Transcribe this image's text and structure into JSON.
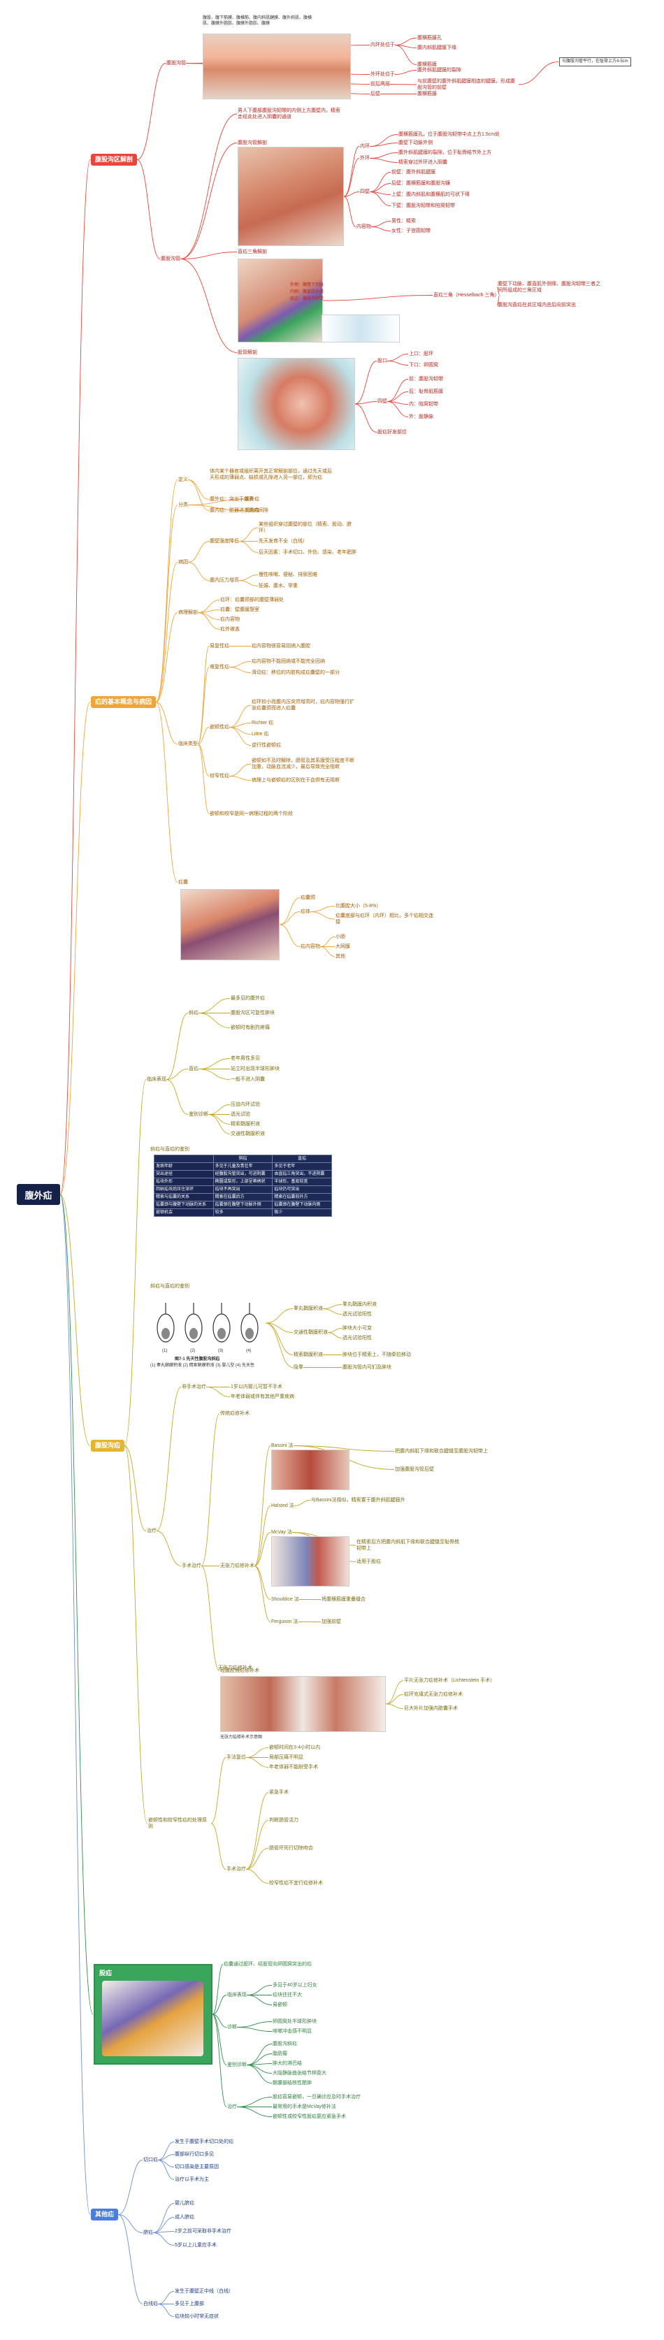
{
  "root": {
    "label": "腹外疝"
  },
  "colors": {
    "root": "#16214a",
    "red": "#e8463c",
    "orange": "#f0a53a",
    "blue": "#4a7ddc",
    "olive": "#c8a82a",
    "line_blue": "#6b8fd6"
  },
  "b1": {
    "label": "腹股沟区解剖",
    "wall_label": "腹股沟管",
    "wall_desc": "腹股、腹下筋膜、腹横筋、腹内斜肌腱膜、腹外斜肌、腹横肌、腹膜外脂肪、腹膜外脂肪、腹膜",
    "wall_items": [
      {
        "name": "内环处位于",
        "sub": [
          "腹横筋膜孔",
          "腹内斜肌腱膜下缘",
          "腹横筋膜"
        ]
      },
      {
        "name": "外环处位于",
        "sub": [
          "腹外斜肌腱膜的裂隙"
        ]
      },
      {
        "name": "前后两层",
        "sub": [
          "与前腹壁的腹外斜肌腱膜相连的腱膜，形成腹股沟管的前壁"
        ]
      },
      {
        "name": "后壁",
        "sub": [
          "腹横筋膜"
        ]
      }
    ],
    "wall_note": "与腹股沟管平行，在耻骨上方4-5cm",
    "canal_label": "腹股沟管",
    "canal_desc": "男人下腹部腹股沟韧带的内侧上方腹壁内，精索走经此处进入阴囊的通道",
    "canal_struct_label": "腹股沟管解剖",
    "canal_parts": [
      {
        "name": "内环",
        "sub": [
          "腹横筋膜孔，位于腹股沟韧带中点上方1.5cm处",
          "腹壁下动脉外侧"
        ]
      },
      {
        "name": "外环",
        "sub": [
          "腹外斜肌腱膜的裂隙，位于耻骨结节外上方",
          "精索穿过外环进入阴囊"
        ]
      },
      {
        "name": "四壁",
        "sub": [
          "前壁：腹外斜肌腱膜",
          "后壁：腹横筋膜和腹股沟镰",
          "上壁：腹内斜肌和腹横肌的弓状下缘",
          "下壁：腹股沟韧带和陷窝韧带"
        ]
      },
      {
        "name": "内容物",
        "sub": [
          "男性：精索",
          "女性：子宫圆韧带"
        ]
      }
    ],
    "triangle_label": "直疝三角解剖",
    "triangle_desc": [
      "外侧：腹壁下动脉",
      "内侧：腹直肌外缘",
      "底边：腹股沟韧带"
    ],
    "triangle_name": "直疝三角（Hesselbach 三角）",
    "triangle_notes": [
      "腹壁下动脉、腹直肌外侧缘、腹股沟韧带三者之间所组成的三角区域",
      "腹股沟直疝在此区域内由后向前突出"
    ],
    "femoral_label": "股管解剖",
    "femoral_parts": [
      {
        "name": "股口",
        "sub": [
          "上口：股环",
          "下口：卵圆窝"
        ]
      },
      {
        "name": "四壁",
        "sub": [
          "前：腹股沟韧带",
          "后：耻骨肌筋膜",
          "内：陷窝韧带",
          "外：股静脉"
        ]
      },
      {
        "name": "股疝好发部位",
        "sub": []
      }
    ]
  },
  "b2": {
    "label": "疝的基本概念与病因",
    "intro": "体内某个器官或组织离开其正常解剖部位，通过先天或后天形成的薄弱点、缺损或孔隙进入另一部位，即为疝",
    "def": {
      "name": "定义",
      "sub": [
        "腹外疝：突出于体表",
        "腹内疝：脏器进入腹内间隙"
      ]
    },
    "classify": {
      "name": "分类",
      "sub": [
        "腹外疝",
        "腹内疝"
      ]
    },
    "causes": {
      "name": "病因",
      "weak": {
        "name": "腹壁强度降低",
        "sub": [
          "某些组织穿过腹壁的部位（精索、股动、脐环）",
          "先天发育不全（白线）",
          "后天因素：手术切口、外伤、感染、老年肥胖"
        ]
      },
      "pressure": {
        "name": "腹内压力增高",
        "sub": [
          "慢性咳嗽、便秘、排尿困难",
          "妊娠、腹水、举重"
        ]
      }
    },
    "structure": {
      "name": "病理解剖",
      "parts": [
        "疝环：疝囊颈部的腹壁薄弱处",
        "疝囊：壁腹膜憩室",
        "疝内容物",
        "疝外被盖"
      ]
    },
    "types": {
      "name": "临床类型",
      "items": [
        {
          "name": "易复性疝",
          "sub": [
            "疝内容物很容易回纳入腹腔"
          ]
        },
        {
          "name": "难复性疝",
          "sub": [
            "疝内容物不能回纳或不能完全回纳",
            "滑动疝：移位的内脏构成疝囊壁的一部分"
          ]
        },
        {
          "name": "嵌顿性疝",
          "sub": [
            "疝环较小而腹内压突然增高时，疝内容物强行扩张疝囊颈而进入疝囊",
            "Richter 疝",
            "Littre 疝",
            "逆行性嵌顿疝"
          ]
        },
        {
          "name": "绞窄性疝",
          "sub": [
            "嵌顿如不及时解除，肠管及其系膜受压程度不断加重，动脉血流减少，最后导致完全阻断",
            "病理上与嵌顿疝的区别在于血供有无阻断"
          ]
        }
      ]
    },
    "strangulation_note": "嵌顿和绞窄是同一病理过程的两个阶段",
    "image_label": "疝囊",
    "image_items": [
      {
        "name": "疝囊颈",
        "sub": []
      },
      {
        "name": "疝体",
        "sub": [
          "比腹腔大小（5-8%）",
          "疝囊底部与疝环（内环）相比，多个疝相交连接"
        ]
      },
      {
        "name": "疝内容物",
        "sub": [
          "小肠",
          "大网膜",
          "其他"
        ]
      }
    ]
  },
  "b3": {
    "label": "腹股沟疝",
    "types": {
      "name": "临床表现",
      "indirect": {
        "name": "斜疝",
        "sub": [
          "最多见的腹外疝",
          "腹股沟区可复性肿块",
          "嵌顿时有剧烈疼痛"
        ]
      },
      "direct": {
        "name": "直疝",
        "sub": [
          "老年男性多见",
          "站立时出现半球形肿块",
          "一般不进入阴囊"
        ]
      }
    },
    "exam": {
      "name": "鉴别诊断",
      "sub": [
        "压迫内环试验",
        "透光试验",
        "精索鞘膜积液",
        "交通性鞘膜积液"
      ]
    },
    "table_label": "斜疝与直疝的鉴别",
    "table": {
      "headers": [
        "",
        "斜疝",
        "直疝"
      ],
      "rows": [
        [
          "发病年龄",
          "多见于儿童及青壮年",
          "多见于老年"
        ],
        [
          "突出途径",
          "经腹股沟管突出，可进阴囊",
          "由直疝三角突出，不进阴囊"
        ],
        [
          "疝块外形",
          "椭圆或梨形，上部呈蒂柄状",
          "半球形，基底较宽"
        ],
        [
          "回纳疝块后压住深环",
          "疝块不再突出",
          "疝块仍可突出"
        ],
        [
          "精索与疝囊的关系",
          "精索在疝囊后方",
          "精索在疝囊前外方"
        ],
        [
          "疝囊颈与腹壁下动脉的关系",
          "疝囊颈在腹壁下动脉外侧",
          "疝囊颈在腹壁下动脉内侧"
        ],
        [
          "嵌顿机会",
          "较多",
          "极少"
        ]
      ]
    },
    "fig_caption": "图7-1 先天性腹股沟斜疝",
    "fig_sub": "(1) 睾丸鞘膜积液  (2) 精索鞘膜积液  (3) 婴儿型  (4) 先天性",
    "fig_labels": [
      "(1)",
      "(2)",
      "(3)",
      "(4)"
    ],
    "fig_items": [
      {
        "name": "睾丸鞘膜积液",
        "sub": [
          "睾丸鞘膜内积液",
          "透光试验阳性"
        ]
      },
      {
        "name": "交通性鞘膜积液",
        "sub": [
          "肿块大小可变",
          "透光试验阳性"
        ]
      },
      {
        "name": "精索鞘膜积液",
        "sub": [
          "肿块位于精索上，不随牵拉移动"
        ]
      },
      {
        "name": "隐睾",
        "sub": [
          "腹股沟管内可扪及肿块"
        ]
      }
    ],
    "treatment": {
      "name": "治疗",
      "nonop": {
        "name": "非手术治疗",
        "sub": [
          "1岁以内婴儿可暂不手术",
          "年老体弱或伴有其他严重疾病"
        ]
      },
      "op": {
        "name": "手术治疗",
        "sub": [
          "传统疝修补术",
          "无张力疝修补术",
          "经腹腔镜疝修补术"
        ]
      },
      "methods": [
        {
          "name": "Bassini 法",
          "sub": [
            "把腹内斜肌下缘和联合腱缝至腹股沟韧带上",
            "加强腹股沟管后壁"
          ]
        },
        {
          "name": "Halsted 法",
          "sub": [
            "与Bassini法相似，精索置于腹外斜肌腱膜外"
          ]
        },
        {
          "name": "McVay 法",
          "sub": [
            "在精索后方把腹内斜肌下缘和联合腱缝至耻骨梳韧带上",
            "适用于股疝"
          ]
        },
        {
          "name": "Shouldice 法",
          "sub": [
            "将腹横筋膜重叠缝合"
          ]
        },
        {
          "name": "Ferguson 法",
          "sub": [
            "加强前壁"
          ]
        }
      ],
      "mesh": {
        "name": "无张力疝修补术",
        "sub": [
          "平片无张力疝修补术（Lichtenstein 手术）",
          "疝环充填式无张力疝修补术",
          "巨大补片加强内脏囊手术"
        ]
      },
      "caption": "无张力疝修补术示意图"
    },
    "special": {
      "name": "嵌顿性和绞窄性疝的处理原则",
      "manual": {
        "name": "手法复位",
        "sub": [
          "嵌顿时间在3-4小时以内",
          "局部压痛不明显",
          "年老体弱不能耐受手术"
        ]
      },
      "surgery": {
        "name": "手术治疗",
        "sub": [
          "紧急手术",
          "判断肠管活力",
          "肠管坏死行切除吻合",
          "绞窄性疝不宜行疝修补术"
        ]
      }
    }
  },
  "b4": {
    "label": "股疝",
    "intro": "疝囊通过股环、经股管向卵圆窝突出的疝",
    "image_label": "股疝",
    "items": [
      {
        "name": "临床表现",
        "sub": [
          "多见于40岁以上妇女",
          "疝块往往不大",
          "易嵌顿"
        ]
      },
      {
        "name": "诊断",
        "sub": [
          "卵圆窝处半球形肿块",
          "咳嗽冲击感不明显"
        ]
      },
      {
        "name": "鉴别诊断",
        "sub": [
          "腹股沟斜疝",
          "脂肪瘤",
          "肿大的淋巴结",
          "大隐静脉曲张结节样膨大",
          "髂腰部结核性脓肿"
        ]
      },
      {
        "name": "治疗",
        "sub": [
          "股疝容易嵌顿，一旦确诊应及时手术治疗",
          "最常用的手术是McVay修补法",
          "嵌顿性或绞窄性股疝更应紧急手术"
        ]
      }
    ]
  },
  "b5": {
    "label": "其他疝",
    "items": [
      {
        "name": "切口疝",
        "sub": [
          "发生于腹壁手术切口处的疝",
          "腹部纵行切口多见",
          "切口感染是主要原因",
          "治疗以手术为主"
        ]
      },
      {
        "name": "脐疝",
        "sub": [
          "婴儿脐疝",
          "成人脐疝",
          "2岁之前可采取非手术治疗",
          "5岁以上儿童应手术"
        ]
      },
      {
        "name": "白线疝",
        "sub": [
          "发生于腹壁正中线（白线）",
          "多见于上腹部",
          "疝块较小时常无症状"
        ]
      }
    ]
  }
}
